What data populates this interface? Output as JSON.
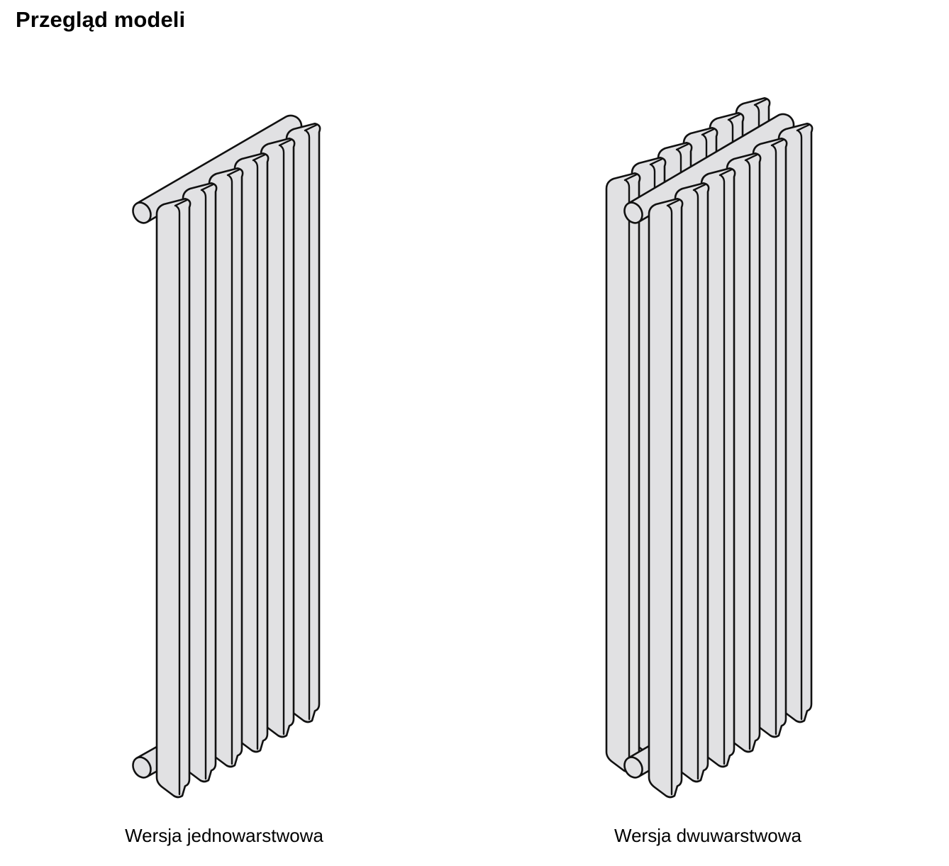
{
  "page": {
    "title": "Przegląd modeli"
  },
  "models": [
    {
      "id": "single",
      "caption": "Wersja jednowarstwowa"
    },
    {
      "id": "double",
      "caption": "Wersja dwuwarstwowa"
    }
  ],
  "colors": {
    "fill": "#e1e1e3",
    "line": "#111111",
    "background": "#ffffff"
  }
}
